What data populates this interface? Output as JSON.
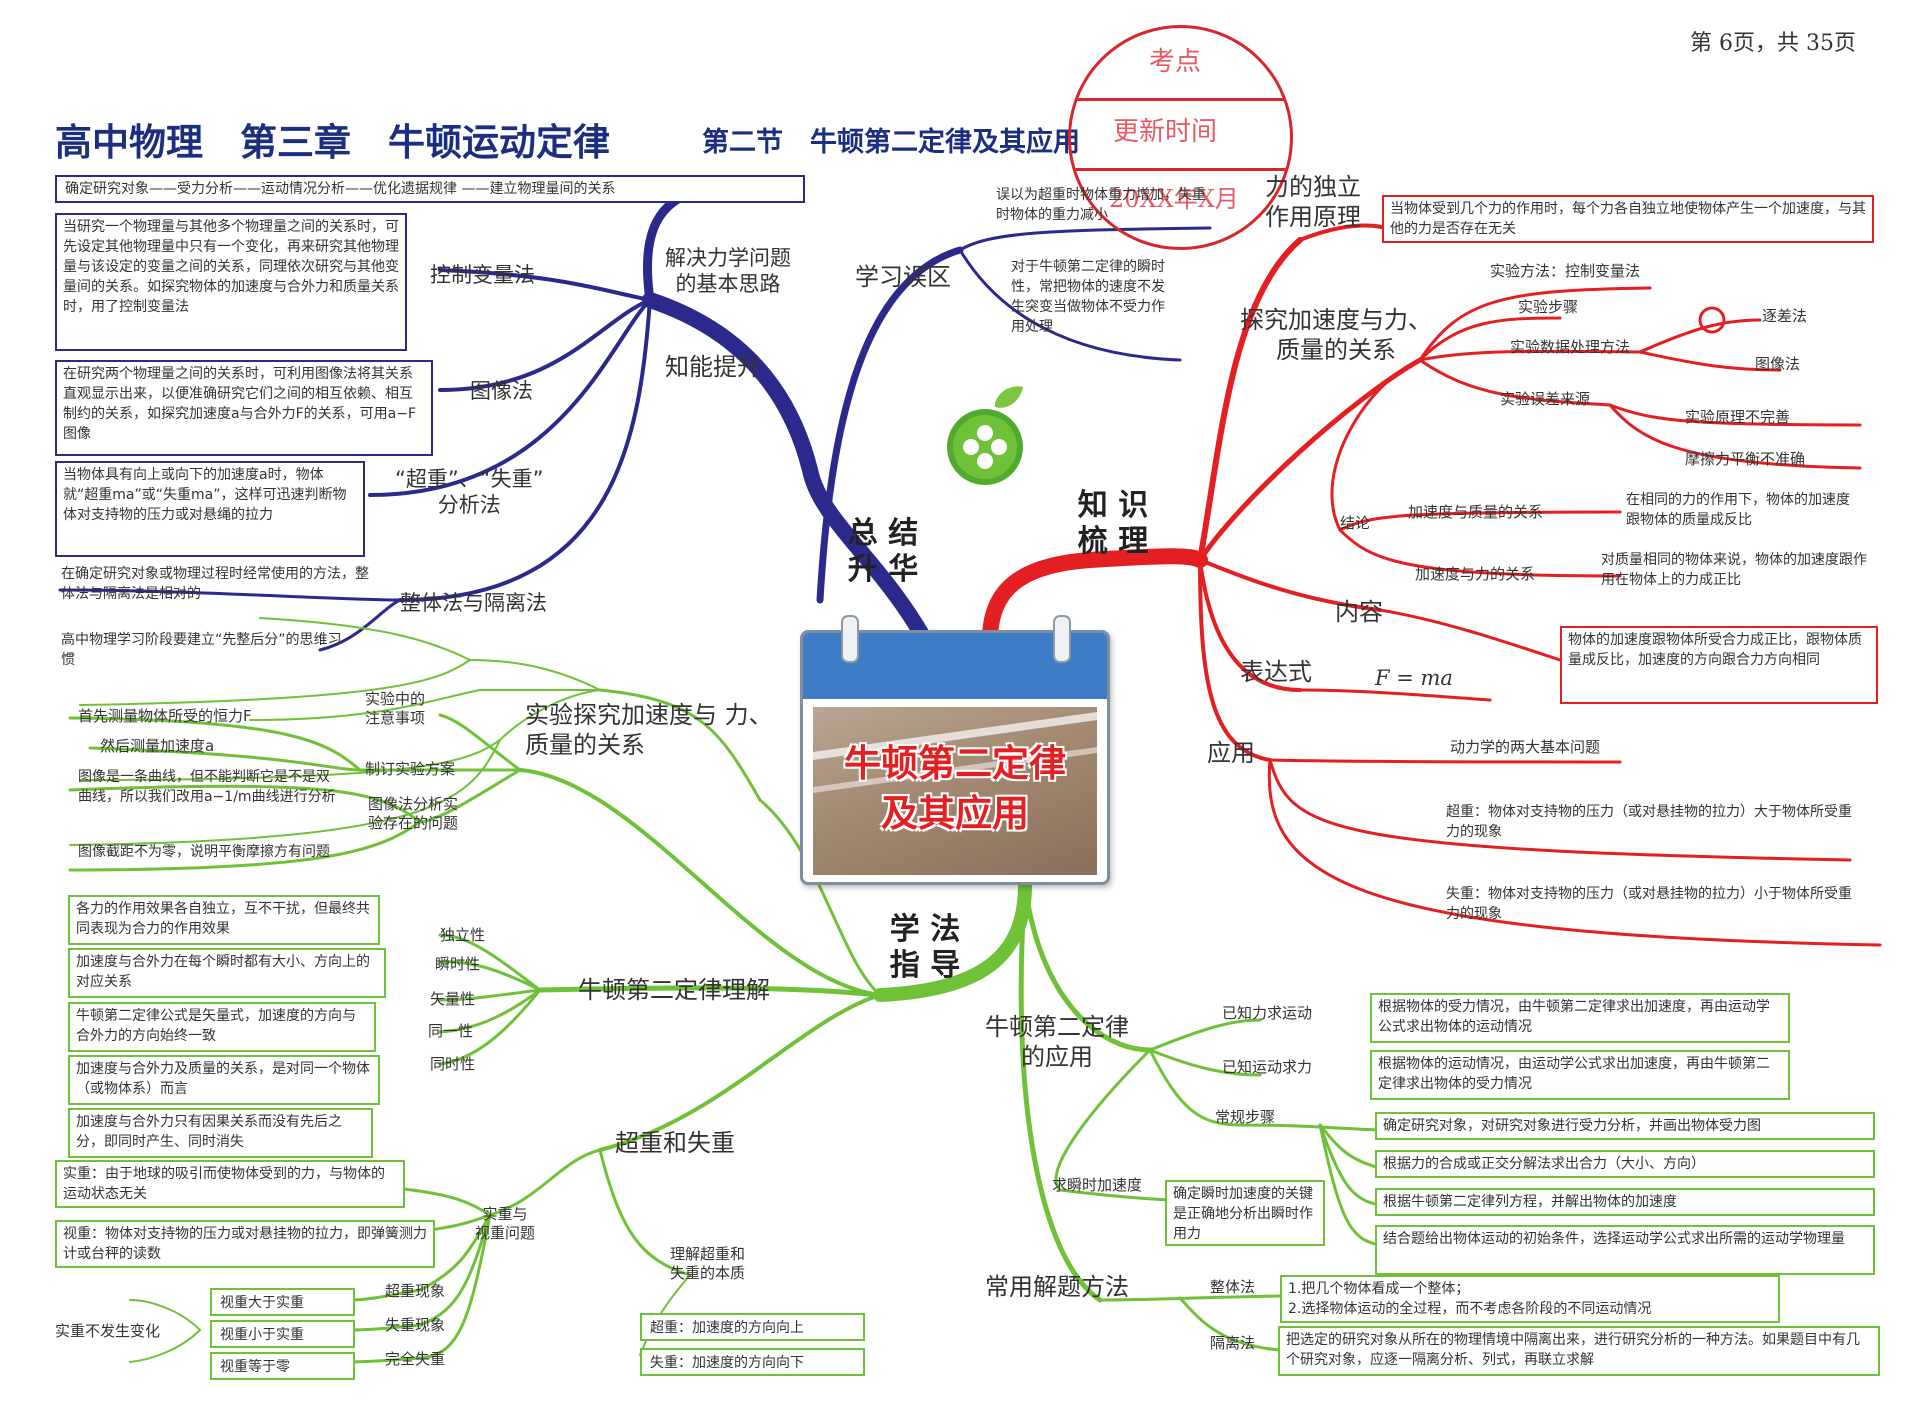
{
  "header": {
    "page_num": "第 6页，共 35页",
    "title_main": "高中物理　第三章　牛顿运动定律",
    "title_sub": "第二节　牛顿第二定律及其应用",
    "stamp_top": "考点",
    "stamp_mid": "更新时间",
    "stamp_bottom": "20XX年X月",
    "methods_bar": "确定研究对象——受力分析——运动情况分析——优化遗据规律 ——建立物理量间的关系"
  },
  "center": {
    "title_line1": "牛顿第二定律",
    "title_line2": "及其应用"
  },
  "blue": {
    "branch_label": "总 结\n升 华",
    "zhineng": "知能提升",
    "jiejue": "解决力学问题\n的基本思路",
    "kongzhi_label": "控制变量法",
    "kongzhi_box": "当研究一个物理量与其他多个物理量之间的关系时，可先设定其他物理量中只有一个变化，再来研究其他物理量与该设定的变量之间的关系，同理依次研究与其他变量间的关系。如探究物体的加速度与合外力和质量关系时，用了控制变量法",
    "tuxiang_label": "图像法",
    "tuxiang_box": "在研究两个物理量之间的关系时，可利用图像法将其关系直观显示出来，以便准确研究它们之间的相互依赖、相互制约的关系，如探究加速度a与合外力F的关系，可用a−F图像",
    "chaozhong_label": "“超重”、“失重”\n分析法",
    "chaozhong_box": "当物体具有向上或向下的加速度a时，物体就“超重ma”或“失重ma”，这样可迅速判断物体对支持物的压力或对悬绳的拉力",
    "zhengti_label": "整体法与隔离法",
    "zhengti_text": "在确定研究对象或物理过程时经常使用的方法，整体法与隔离法是相对的",
    "xianzheng_text": "高中物理学习阶段要建立“先整后分”的思维习惯",
    "wuqu_label": "学习误区",
    "wuqu1": "误以为超重时物体重力增加，失重时物体的重力减小",
    "wuqu2": "对于牛顿第二定律的瞬时性，常把物体的速度不发生突变当做物体不受力作用处理"
  },
  "red": {
    "branch_label": "知 识\n梳 理",
    "duli_label": "力的独立\n作用原理",
    "duli_box": "当物体受到几个力的作用时，每个力各自独立地使物体产生一个加速度，与其他的力是否存在无关",
    "tanjiu_label": "探究加速度与力、\n质量的关系",
    "shiyan_fangfa": "实验方法：控制变量法",
    "shiyan_buzhou": "实验步骤",
    "shuju": "实验数据处理方法",
    "zhuchafa": "逐差法",
    "tuxiangfa": "图像法",
    "wucha": "实验误差来源",
    "yuanli": "实验原理不完善",
    "mocali": "摩擦力平衡不准确",
    "jielun": "结论",
    "zhiliang_rel": "加速度与质量的关系",
    "zhiliang_txt": "在相同的力的作用下，物体的加速度跟物体的质量成反比",
    "li_rel": "加速度与力的关系",
    "li_txt": "对质量相同的物体来说，物体的加速度跟作用在物体上的力成正比",
    "neirong_label": "内容",
    "neirong_box": "物体的加速度跟物体所受合力成正比，跟物体质量成反比，加速度的方向跟合力方向相同",
    "biaoda_label": "表达式",
    "formula": "F = ma",
    "yingyong_label": "应用",
    "liang_wenti": "动力学的两大基本问题",
    "chaozhong_def": "超重：物体对支持物的压力（或对悬挂物的拉力）大于物体所受重力的现象",
    "shizhong_def": "失重：物体对支持物的压力（或对悬挂物的拉力）小于物体所受重力的现象"
  },
  "green": {
    "branch_label": "学 法\n指 导",
    "shiyan_label": "实验探究加速度与 力、\n质量的关系",
    "zhuyi": "实验中的\n注意事项",
    "ceLiang": "首先测量物体所受的恒力F",
    "ranhou": "然后测量加速度a",
    "zhiding": "制订实验方案",
    "tuxiang_wenti": "图像法分析实\n验存在的问题",
    "quxian": "图像是一条曲线，但不能判断它是不是双曲线，所以我们改用a−1/m曲线进行分析",
    "jieju": "图像截距不为零，说明平衡摩擦方有问题",
    "lijie_label": "牛顿第二定律理解",
    "dulixing": "独立性",
    "dulixing_txt": "各力的作用效果各自独立，互不干扰，但最终共同表现为合力的作用效果",
    "shunshi": "瞬时性",
    "shunshi_txt": "加速度与合外力在每个瞬时都有大小、方向上的对应关系",
    "shiliang": "矢量性",
    "shiliang_txt": "牛顿第二定律公式是矢量式，加速度的方向与合外力的方向始终一致",
    "tongyi": "同一性",
    "tongyi_txt": "加速度与合外力及质量的关系，是对同一个物体（或物体系）而言",
    "tongshi": "同时性",
    "tongshi_txt": "加速度与合外力只有因果关系而没有先后之分，即同时产生、同时消失",
    "chaoshi_label": "超重和失重",
    "shizhong": "实重：由于地球的吸引而使物体受到的力，与物体的运动状态无关",
    "shizhong2": "视重：物体对支持物的压力或对悬挂物的拉力，即弹簧测力计或台秤的读数",
    "shishi_label": "实重与\n视重问题",
    "chaoxian": "超重现象",
    "shixian": "失重现象",
    "wanquan": "完全失重",
    "shida": "视重大于实重",
    "shixiao": "视重小于实重",
    "shiling": "视重等于零",
    "shibubian": "实重不发生变化",
    "benzhi_label": "理解超重和\n失重的本质",
    "chao_dir": "超重：加速度的方向向上",
    "shi_dir": "失重：加速度的方向向下",
    "yingyong_label": "牛顿第二定律\n的应用",
    "yizhili": "已知力求运动",
    "yizhili_txt": "根据物体的受力情况，由牛顿第二定律求出加速度，再由运动学公式求出物体的运动情况",
    "yiyundong": "已知运动求力",
    "yiyundong_txt": "根据物体的运动情况，由运动学公式求出加速度，再由牛顿第二定律求出物体的受力情况",
    "changgui": "常规步骤",
    "step1": "确定研究对象，对研究对象进行受力分析，并画出物体受力图",
    "step2": "根据力的合成或正交分解法求出合力（大小、方向）",
    "step3": "根据牛顿第二定律列方程，并解出物体的加速度",
    "step4": "结合题给出物体运动的初始条件，选择运动学公式求出所需的运动学物理量",
    "qiushunshi": "求瞬时加速度",
    "qiushunshi_txt": "确定瞬时加速度的关键是正确地分析出瞬时作用力",
    "changyong_label": "常用解题方法",
    "zhengtifa": "整体法",
    "zhengtifa_txt": "1.把几个物体看成一个整体；\n2.选择物体运动的全过程，而不考虑各阶段的不同运动情况",
    "gelifa": "隔离法",
    "gelifa_txt": "把选定的研究对象从所在的物理情境中隔离出来，进行研究分析的一种方法。如果题目中有几个研究对象，应逐一隔离分析、列式，再联立求解"
  },
  "colors": {
    "blue": "#2b2a8c",
    "red": "#e41f22",
    "green": "#6fc138",
    "title": "#1c2f7e",
    "stamp": "#d9262b",
    "center_text": "#e41f22"
  },
  "icons": [
    "four-leaf-clover-icon",
    "calendar-icon"
  ]
}
